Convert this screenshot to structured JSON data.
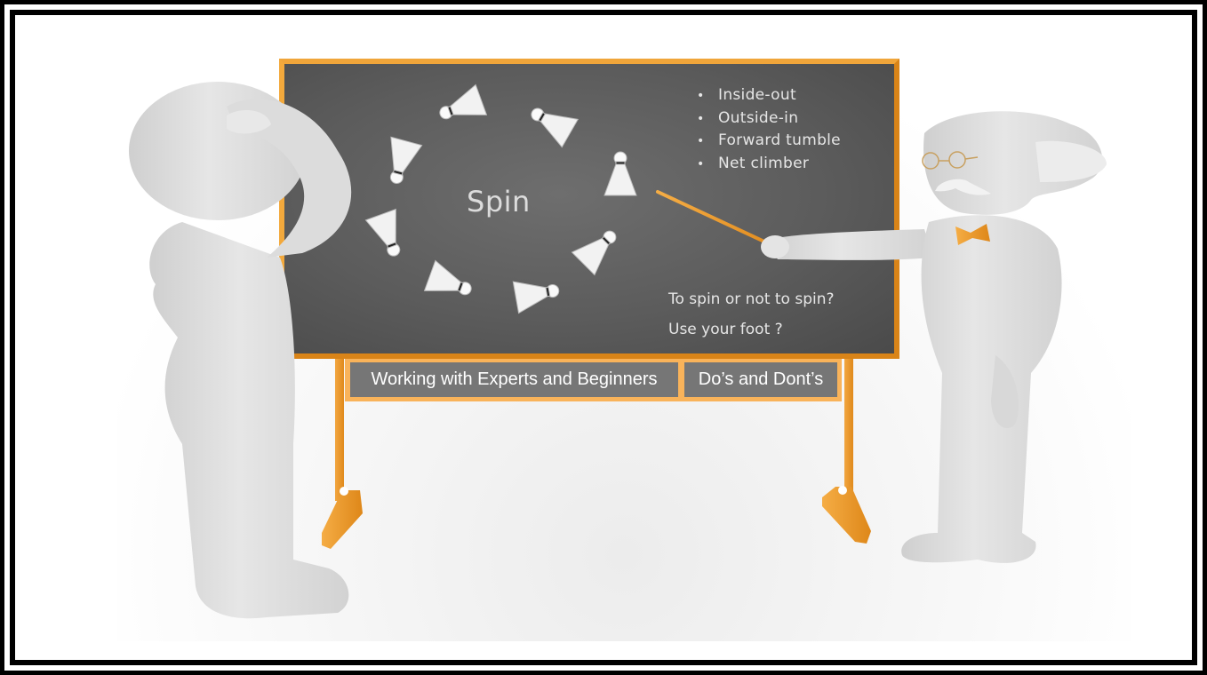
{
  "scene": {
    "description": "Two 3D white figures beside an orange-framed chalkboard about badminton shuttlecock spin",
    "colors": {
      "frame_orange": "#e8962a",
      "board_gray": "#5c5c5c",
      "label_bg": "#767676",
      "label_border": "#f9b35a",
      "figure_white": "#e2e2e2"
    }
  },
  "board": {
    "title": "Spin",
    "bullets": [
      "Inside-out",
      "Outside-in",
      "Forward tumble",
      "Net climber"
    ],
    "bullet_glyph": "•",
    "question_1": "To spin or not to spin?",
    "question_2": "Use your foot ?",
    "shuttlecock_count": 8
  },
  "labels": [
    {
      "text": "Working with Experts and Beginners"
    },
    {
      "text": "Do’s and Dont’s"
    }
  ],
  "figures": [
    {
      "name": "student",
      "pose": "scratching head"
    },
    {
      "name": "teacher",
      "accessories": [
        "glasses",
        "mustache",
        "bow-tie",
        "pointer"
      ]
    }
  ]
}
